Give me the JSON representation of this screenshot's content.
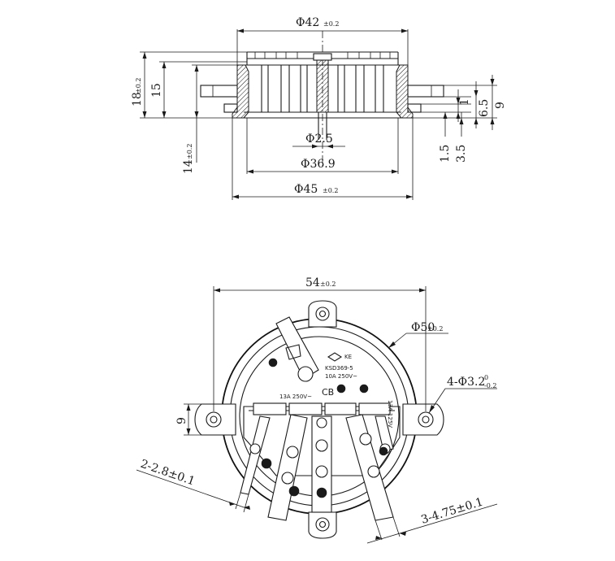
{
  "side_view": {
    "dims": {
      "top_diameter": {
        "main": "Φ42",
        "tol": "±0.2"
      },
      "center_hole": {
        "main": "Φ2.5"
      },
      "inner_diameter": {
        "main": "Φ36.9"
      },
      "base_diameter": {
        "main": "Φ45",
        "tol": "±0.2"
      },
      "height_total": {
        "main": "18",
        "tol": "±0.2"
      },
      "height_inner": {
        "main": "15"
      },
      "height_14": {
        "main": "14",
        "tol": "±0.2"
      },
      "right_6_5": {
        "main": "6.5"
      },
      "right_9": {
        "main": "9"
      },
      "right_1": {
        "main": "1"
      },
      "right_1_5": {
        "main": "1.5"
      },
      "right_3_5": {
        "main": "3.5"
      }
    }
  },
  "bottom_view": {
    "dims": {
      "width_54": {
        "main": "54",
        "tol": "±0.2"
      },
      "diameter_50": {
        "main": "Φ50",
        "tol": "±0.2"
      },
      "holes": {
        "main": "4-Φ3.2",
        "tol_upper": "0",
        "tol_lower": "-0.2"
      },
      "left_9": {
        "main": "9"
      },
      "terminal_2_8": {
        "main": "2-2.8±0.1"
      },
      "terminal_4_75": {
        "main": "3-4.75±0.1"
      }
    },
    "markings": {
      "model": "KSD369-5",
      "rating_1": "10A 250V~",
      "rating_2": "13A 250V~",
      "rating_3": "13A 125V",
      "cb": "CB",
      "logo_text": "KE"
    }
  }
}
